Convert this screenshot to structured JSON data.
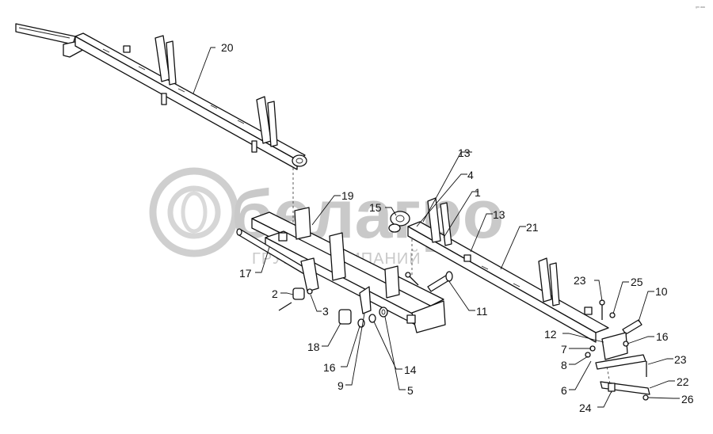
{
  "watermark": {
    "brand": "белагро",
    "tagline": "ГРУППА КОМПАНИЙ"
  },
  "corner_mark": "ᵍᵐ ᵃᵃᵃ",
  "callouts": [
    {
      "id": "c20",
      "label": "20"
    },
    {
      "id": "c13a",
      "label": "13"
    },
    {
      "id": "c4",
      "label": "4"
    },
    {
      "id": "c1",
      "label": "1"
    },
    {
      "id": "c19",
      "label": "19"
    },
    {
      "id": "c15",
      "label": "15"
    },
    {
      "id": "c13b",
      "label": "13"
    },
    {
      "id": "c21",
      "label": "21"
    },
    {
      "id": "c17",
      "label": "17"
    },
    {
      "id": "c2",
      "label": "2"
    },
    {
      "id": "c3",
      "label": "3"
    },
    {
      "id": "c11",
      "label": "11"
    },
    {
      "id": "c23a",
      "label": "23"
    },
    {
      "id": "c25",
      "label": "25"
    },
    {
      "id": "c10",
      "label": "10"
    },
    {
      "id": "c12",
      "label": "12"
    },
    {
      "id": "c16a",
      "label": "16"
    },
    {
      "id": "c7",
      "label": "7"
    },
    {
      "id": "c8",
      "label": "8"
    },
    {
      "id": "c23b",
      "label": "23"
    },
    {
      "id": "c18",
      "label": "18"
    },
    {
      "id": "c16b",
      "label": "16"
    },
    {
      "id": "c14",
      "label": "14"
    },
    {
      "id": "c9",
      "label": "9"
    },
    {
      "id": "c5",
      "label": "5"
    },
    {
      "id": "c6",
      "label": "6"
    },
    {
      "id": "c22",
      "label": "22"
    },
    {
      "id": "c26",
      "label": "26"
    },
    {
      "id": "c24",
      "label": "24"
    }
  ]
}
